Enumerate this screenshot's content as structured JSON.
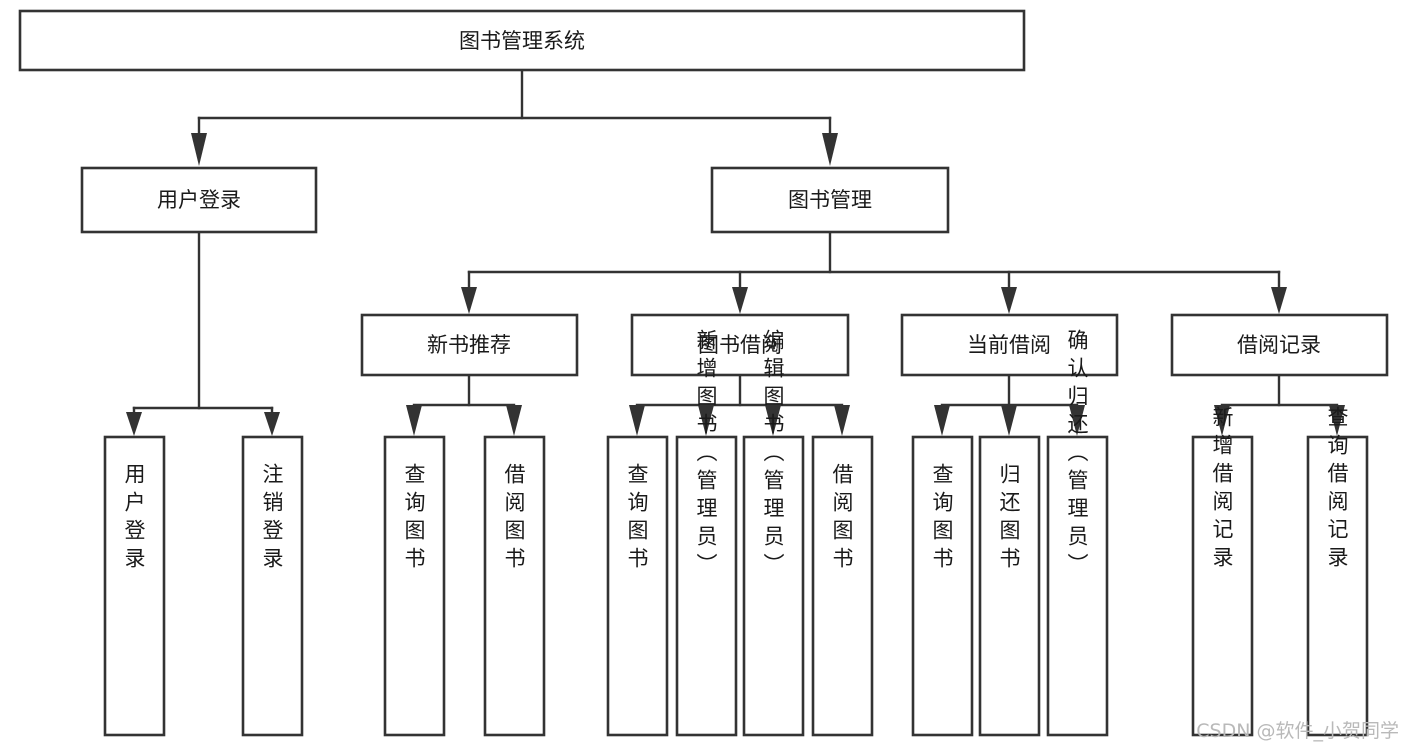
{
  "diagram": {
    "type": "hierarchy-tree",
    "title": "图书管理系统",
    "orientation": "top-down",
    "colors": {
      "box_stroke": "#333333",
      "box_fill": "#ffffff",
      "text": "#1a1a1a",
      "background": "#ffffff",
      "watermark": "#b9b9b9"
    },
    "levels": [
      {
        "level": 1,
        "nodes": [
          {
            "id": "root",
            "label": "图书管理系统",
            "orientation": "horizontal"
          }
        ]
      },
      {
        "level": 2,
        "nodes": [
          {
            "id": "login",
            "label": "用户登录",
            "orientation": "horizontal",
            "parent": "root"
          },
          {
            "id": "bookmgmt",
            "label": "图书管理",
            "orientation": "horizontal",
            "parent": "root"
          }
        ]
      },
      {
        "level": 3,
        "nodes": [
          {
            "id": "newbook",
            "label": "新书推荐",
            "orientation": "horizontal",
            "parent": "bookmgmt"
          },
          {
            "id": "borrow",
            "label": "图书借阅",
            "orientation": "horizontal",
            "parent": "bookmgmt"
          },
          {
            "id": "current",
            "label": "当前借阅",
            "orientation": "horizontal",
            "parent": "bookmgmt"
          },
          {
            "id": "records",
            "label": "借阅记录",
            "orientation": "horizontal",
            "parent": "bookmgmt"
          }
        ]
      },
      {
        "level": 4,
        "nodes": [
          {
            "id": "leaf-user-login",
            "label": "用户登录",
            "orientation": "vertical",
            "parent": "login"
          },
          {
            "id": "leaf-user-logout",
            "label": "注销登录",
            "orientation": "vertical",
            "parent": "login"
          },
          {
            "id": "leaf-new-query",
            "label": "查询图书",
            "orientation": "vertical",
            "parent": "newbook"
          },
          {
            "id": "leaf-new-borrow",
            "label": "借阅图书",
            "orientation": "vertical",
            "parent": "newbook"
          },
          {
            "id": "leaf-borrow-query",
            "label": "查询图书",
            "orientation": "vertical",
            "parent": "borrow"
          },
          {
            "id": "leaf-borrow-add",
            "label": "新增图书（管理员）",
            "orientation": "vertical",
            "parent": "borrow"
          },
          {
            "id": "leaf-borrow-edit",
            "label": "编辑图书（管理员）",
            "orientation": "vertical",
            "parent": "borrow"
          },
          {
            "id": "leaf-borrow-lend",
            "label": "借阅图书",
            "orientation": "vertical",
            "parent": "borrow"
          },
          {
            "id": "leaf-current-query",
            "label": "查询图书",
            "orientation": "vertical",
            "parent": "current"
          },
          {
            "id": "leaf-current-return",
            "label": "归还图书",
            "orientation": "vertical",
            "parent": "current"
          },
          {
            "id": "leaf-current-confirm",
            "label": "确认归还（管理员）",
            "orientation": "vertical",
            "parent": "current"
          },
          {
            "id": "leaf-record-add",
            "label": "新增借阅记录",
            "orientation": "vertical",
            "parent": "records"
          },
          {
            "id": "leaf-record-query",
            "label": "查询借阅记录",
            "orientation": "vertical",
            "parent": "records"
          }
        ]
      }
    ]
  },
  "watermark": {
    "text": "CSDN @软件_小贺同学"
  }
}
